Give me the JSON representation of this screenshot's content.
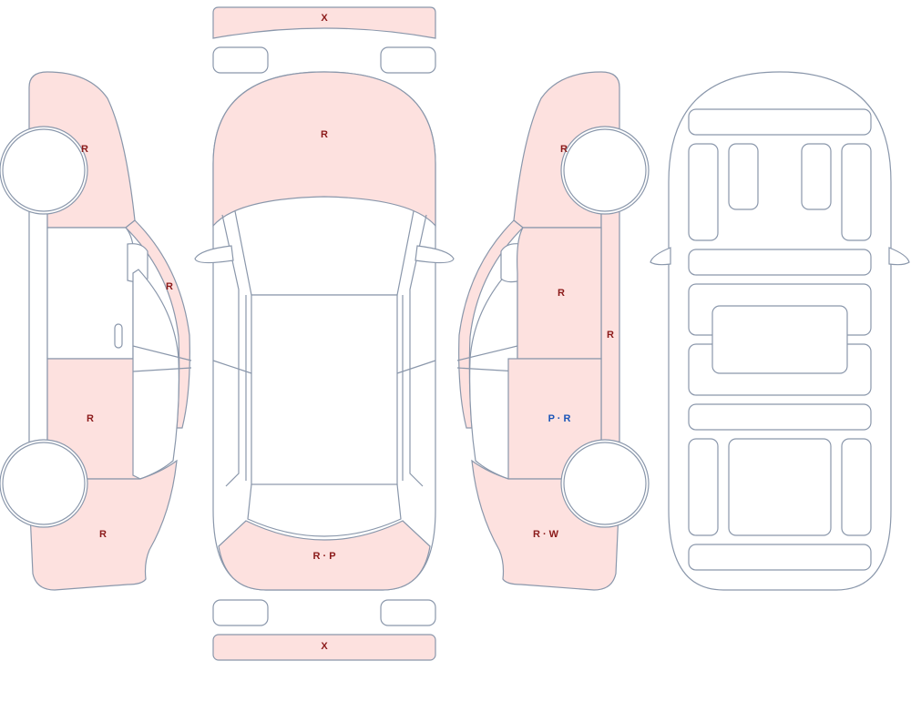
{
  "colors": {
    "damaged_fill": "#fde1df",
    "outline": "#8a97ab",
    "code_red": "#8b1a1a",
    "code_blue": "#1b55b8"
  },
  "views": {
    "left_side": {
      "front_quarter": "R",
      "a_pillar": "R",
      "rear_door": "R",
      "rear_quarter": "R"
    },
    "top": {
      "front_bumper": "X",
      "hood": "R",
      "trunk": "R · P",
      "rear_bumper": "X"
    },
    "right_side": {
      "front_quarter": "R",
      "front_door": "R",
      "rocker": "R",
      "rear_door": "P · R",
      "rear_quarter": "R · W"
    }
  }
}
